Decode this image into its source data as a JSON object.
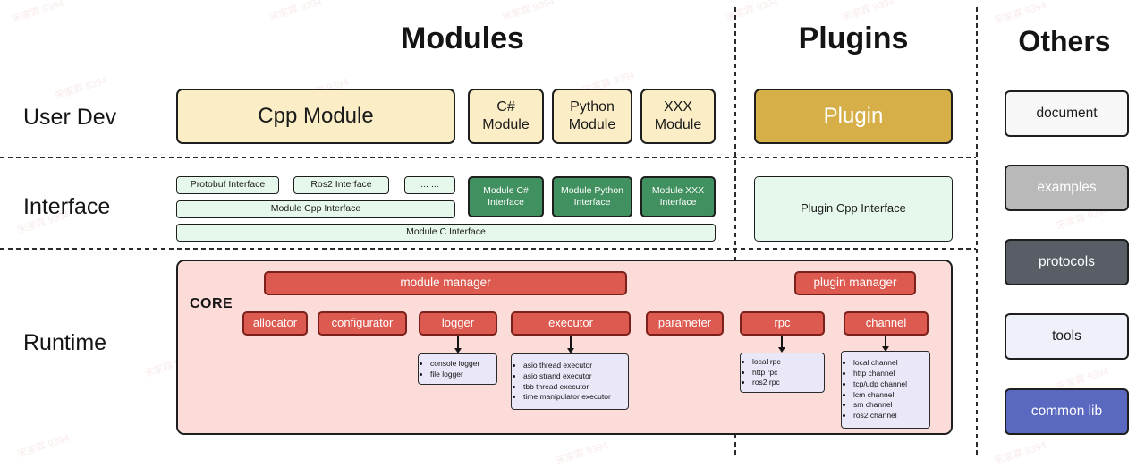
{
  "watermark": {
    "text": "宋家霖 9394"
  },
  "headers": {
    "modules": "Modules",
    "plugins": "Plugins",
    "others": "Others"
  },
  "rows": {
    "user_dev": "User Dev",
    "interface": "Interface",
    "runtime": "Runtime"
  },
  "modules_section": {
    "cpp_module": "Cpp Module",
    "csharp_module": "C# Module",
    "python_module": "Python Module",
    "xxx_module": "XXX Module"
  },
  "plugins_section": {
    "plugin": "Plugin",
    "plugin_cpp_interface": "Plugin Cpp Interface"
  },
  "interface_section": {
    "protobuf_interface": "Protobuf Interface",
    "ros2_interface": "Ros2 Interface",
    "ellipsis": "... ...",
    "module_cpp_interface": "Module Cpp Interface",
    "module_c_interface": "Module C Interface",
    "module_csharp_interface": "Module C# Interface",
    "module_python_interface": "Module Python Interface",
    "module_xxx_interface": "Module XXX Interface"
  },
  "runtime_section": {
    "core_label": "CORE",
    "module_manager": "module manager",
    "plugin_manager": "plugin manager",
    "components": [
      "allocator",
      "configurator",
      "logger",
      "executor",
      "parameter",
      "rpc",
      "channel"
    ],
    "logger_impls": [
      "console logger",
      "file logger"
    ],
    "executor_impls": [
      "asio thread executor",
      "asio strand executor",
      "tbb thread executor",
      "time manipulator executor"
    ],
    "rpc_impls": [
      "local rpc",
      "http rpc",
      "ros2 rpc"
    ],
    "channel_impls": [
      "local channel",
      "http channel",
      "tcp/udp channel",
      "lcm channel",
      "sm channel",
      "ros2 channel"
    ]
  },
  "others_section": {
    "items": [
      "document",
      "examples",
      "protocols",
      "tools",
      "common lib"
    ]
  },
  "colors": {
    "module_fill": "#fbeec6",
    "plugin_fill": "#d6af49",
    "interface_light_fill": "#e6f8ec",
    "interface_dark_fill": "#41905f",
    "core_fill": "#fbdcd9",
    "component_fill": "#dd5a50",
    "impl_list_fill": "#eae7f8",
    "others_examples_fill": "#b9b9b9",
    "others_protocols_fill": "#585d66",
    "others_tools_fill": "#eef0fa",
    "others_commonlib_fill": "#5a68c0"
  }
}
